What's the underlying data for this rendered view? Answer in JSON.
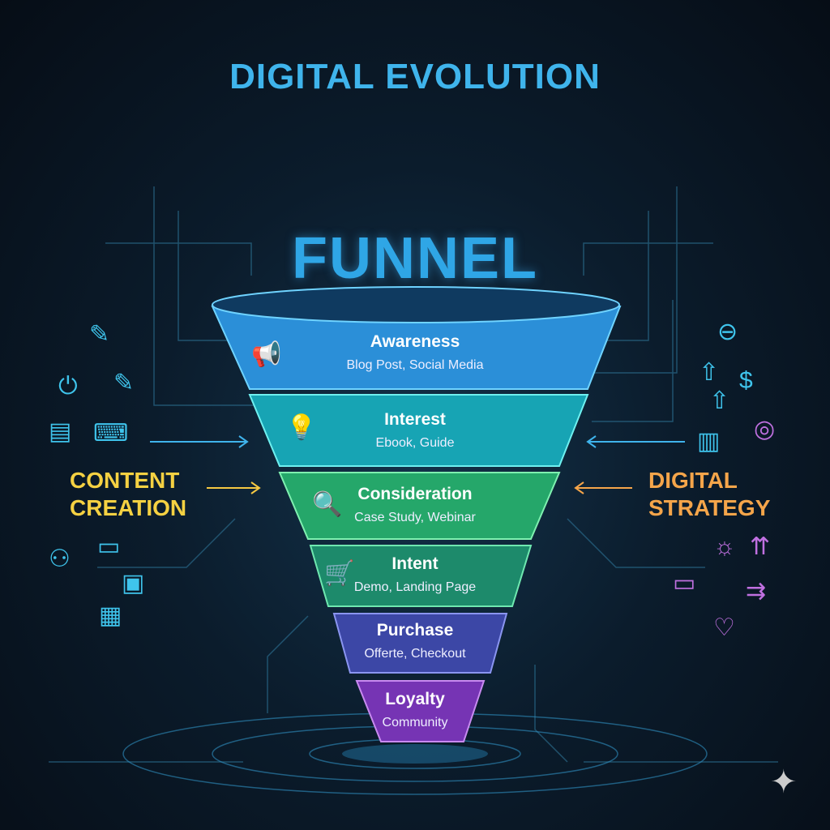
{
  "title": "DIGITAL EVOLUTION",
  "funnel_title": "FUNNEL",
  "stages": [
    {
      "name": "Awareness",
      "sub": "Blog Post, Social Media",
      "icon": "megaphone-icon",
      "color": "#2b8fd8"
    },
    {
      "name": "Interest",
      "sub": "Ebook, Guide",
      "icon": "lightbulb-icon",
      "color": "#17a4b4"
    },
    {
      "name": "Consideration",
      "sub": "Case Study, Webinar",
      "icon": "magnifier-icon",
      "color": "#25a76a"
    },
    {
      "name": "Intent",
      "sub": "Demo, Landing Page",
      "icon": "cart-icon",
      "color": "#1d8a6b"
    },
    {
      "name": "Purchase",
      "sub": "Offerte, Checkout",
      "icon": "",
      "color": "#3c47a6"
    },
    {
      "name": "Loyalty",
      "sub": "Community",
      "icon": "",
      "color": "#7634b4"
    }
  ],
  "left_label": {
    "line1": "CONTENT",
    "line2": "CREATION",
    "color": "#f5d142"
  },
  "right_label": {
    "line1": "DIGITAL",
    "line2": "STRATEGY",
    "color": "#f5a54a"
  }
}
